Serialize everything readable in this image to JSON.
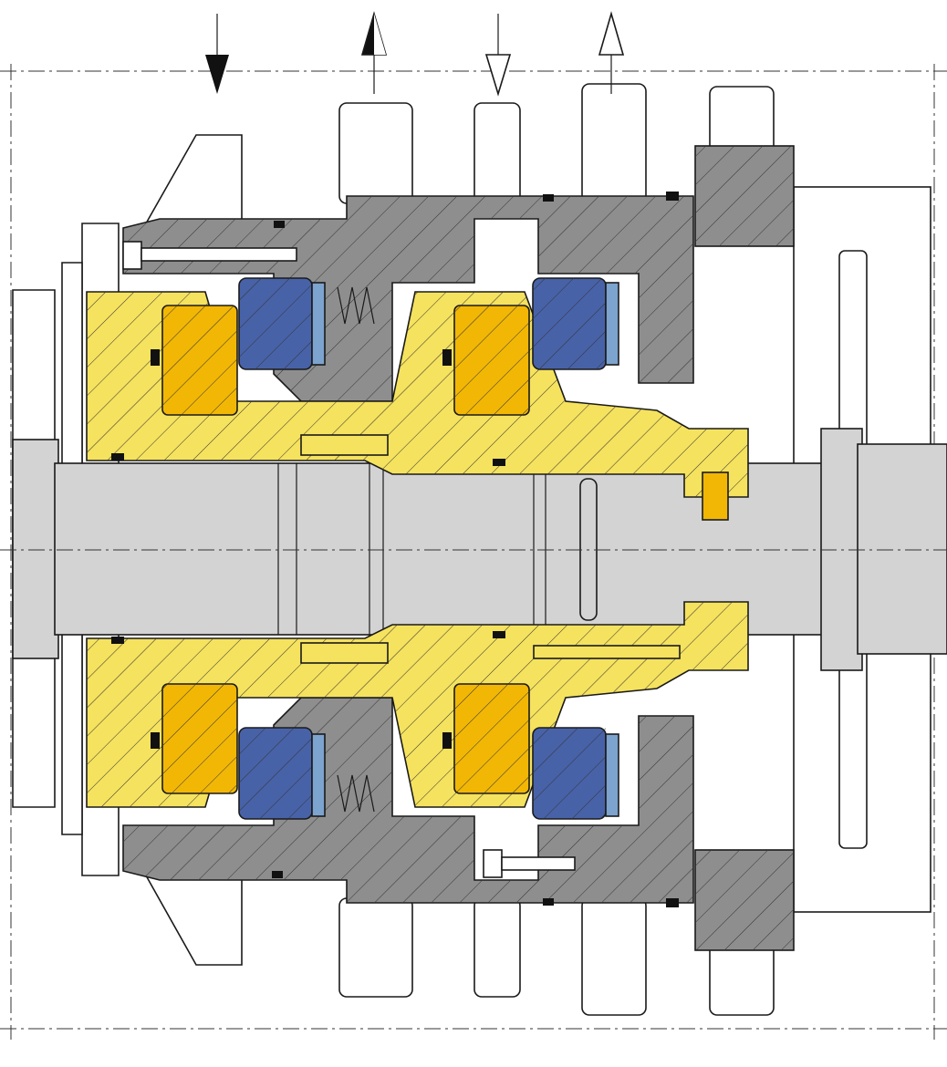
{
  "colors": {
    "housing": "#8e8e8e",
    "shaft": "#d3d3d3",
    "sleeve": "#f5e25e",
    "seal_face": "#f2b705",
    "seal_ring": "#4862a8",
    "secondary_seal": "#7da3cf",
    "o_ring": "#111111",
    "background": "#ffffff"
  },
  "flow_arrows": [
    {
      "direction": "in",
      "style": "filled"
    },
    {
      "direction": "out",
      "style": "filled"
    },
    {
      "direction": "in",
      "style": "hollow"
    },
    {
      "direction": "out",
      "style": "hollow"
    }
  ]
}
